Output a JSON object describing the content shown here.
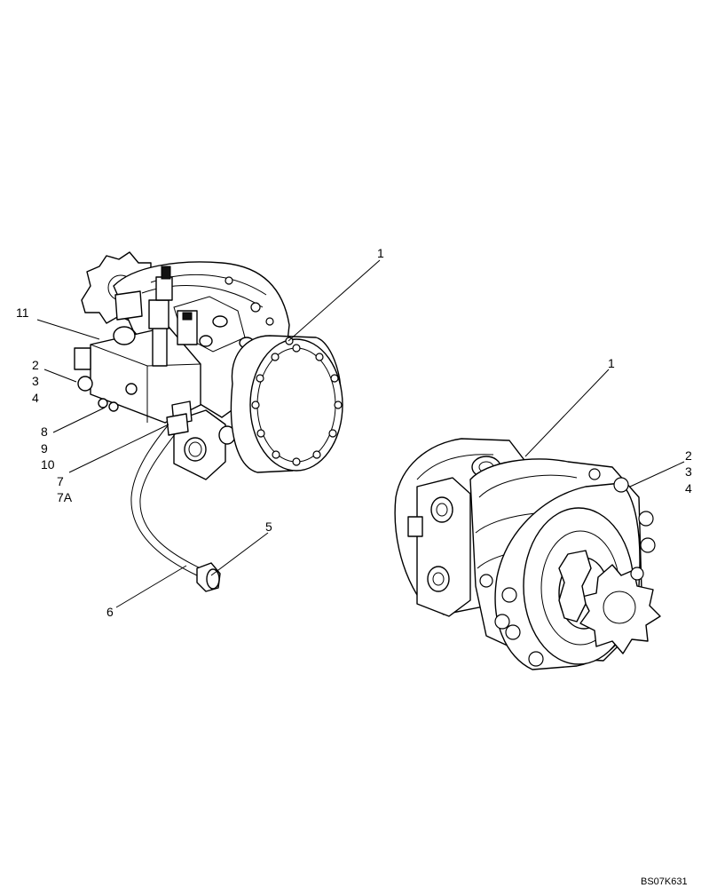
{
  "callouts_left": {
    "c1": "1",
    "c11": "11",
    "c2": "2",
    "c3": "3",
    "c4": "4",
    "c8": "8",
    "c9": "9",
    "c10": "10",
    "c7": "7",
    "c7a": "7A",
    "c5": "5",
    "c6": "6"
  },
  "callouts_right": {
    "c1": "1",
    "c2": "2",
    "c3": "3",
    "c4": "4"
  },
  "drawing_code": "BS07K631"
}
